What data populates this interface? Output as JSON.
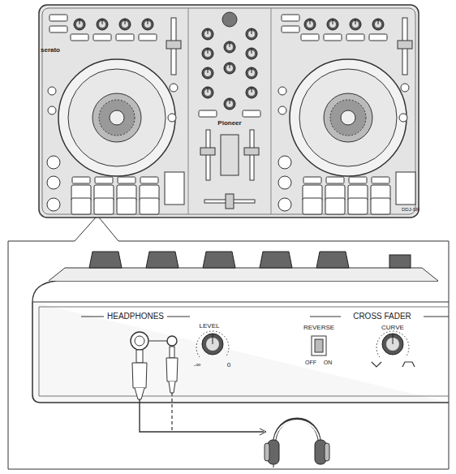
{
  "diagram": {
    "labels": [
      "serato",
      "Pioneer",
      "DDJ-SR",
      "HEADPHONES",
      "LEVEL",
      "-∞",
      "0",
      "CROSS FADER",
      "REVERSE",
      "OFF",
      "ON",
      "CURVE"
    ]
  }
}
